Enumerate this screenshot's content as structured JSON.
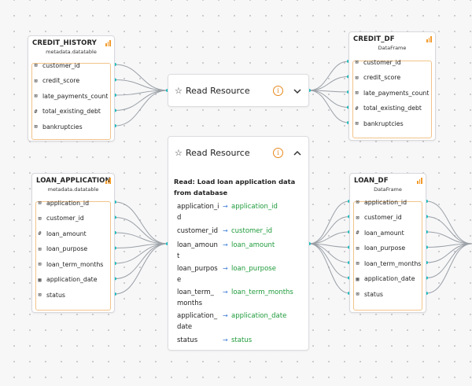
{
  "credit_history": {
    "title": "CREDIT_HISTORY",
    "subtitle": "metadata.datatable",
    "fields": [
      {
        "label": "customer_id",
        "icon": "text-type-icon"
      },
      {
        "label": "credit_score",
        "icon": "text-type-icon"
      },
      {
        "label": "late_payments_count",
        "icon": "text-type-icon"
      },
      {
        "label": "total_existing_debt",
        "icon": "number-type-icon"
      },
      {
        "label": "bankruptcies",
        "icon": "text-type-icon"
      }
    ]
  },
  "credit_df": {
    "title": "CREDIT_DF",
    "subtitle": "DataFrame",
    "fields": [
      {
        "label": "customer_id",
        "icon": "text-type-icon"
      },
      {
        "label": "credit_score",
        "icon": "text-type-icon"
      },
      {
        "label": "late_payments_count",
        "icon": "text-type-icon"
      },
      {
        "label": "total_existing_debt",
        "icon": "number-type-icon"
      },
      {
        "label": "bankruptcies",
        "icon": "text-type-icon"
      }
    ]
  },
  "loan_application": {
    "title": "LOAN_APPLICATION",
    "subtitle": "metadata.datatable",
    "fields": [
      {
        "label": "application_id",
        "icon": "text-type-icon"
      },
      {
        "label": "customer_id",
        "icon": "text-type-icon"
      },
      {
        "label": "loan_amount",
        "icon": "number-type-icon"
      },
      {
        "label": "loan_purpose",
        "icon": "text-type-icon"
      },
      {
        "label": "loan_term_months",
        "icon": "text-type-icon"
      },
      {
        "label": "application_date",
        "icon": "calendar-type-icon"
      },
      {
        "label": "status",
        "icon": "text-type-icon"
      }
    ]
  },
  "loan_df": {
    "title": "LOAN_DF",
    "subtitle": "DataFrame",
    "fields": [
      {
        "label": "application_id",
        "icon": "text-type-icon"
      },
      {
        "label": "customer_id",
        "icon": "text-type-icon"
      },
      {
        "label": "loan_amount",
        "icon": "number-type-icon"
      },
      {
        "label": "loan_purpose",
        "icon": "text-type-icon"
      },
      {
        "label": "loan_term_months",
        "icon": "text-type-icon"
      },
      {
        "label": "application_date",
        "icon": "calendar-type-icon"
      },
      {
        "label": "status",
        "icon": "text-type-icon"
      }
    ]
  },
  "read_resource_collapsed": {
    "title": "Read Resource",
    "info_glyph": "i"
  },
  "read_resource_expanded": {
    "title": "Read Resource",
    "info_glyph": "i",
    "description": "Read: Load loan application data from database",
    "mappings": [
      {
        "source": "application_id",
        "target": "application_id"
      },
      {
        "source": "customer_id",
        "target": "customer_id"
      },
      {
        "source": "loan_amount",
        "target": "loan_amount"
      },
      {
        "source": "loan_purpose",
        "target": "loan_purpose"
      },
      {
        "source": "loan_term_months",
        "target": "loan_term_months"
      },
      {
        "source": "application_date",
        "target": "application_date"
      },
      {
        "source": "status",
        "target": "status"
      }
    ]
  },
  "colors": {
    "accent_orange": "#e8891d",
    "port_teal": "#20c0c0",
    "mapping_green": "#1e9a3a",
    "arrow_blue": "#3a7bd5",
    "edge_gray": "#9aa0a6"
  },
  "icons": {
    "text": "⊠",
    "number": "#",
    "calendar": "▦",
    "arrow": "→",
    "star": "☆"
  }
}
